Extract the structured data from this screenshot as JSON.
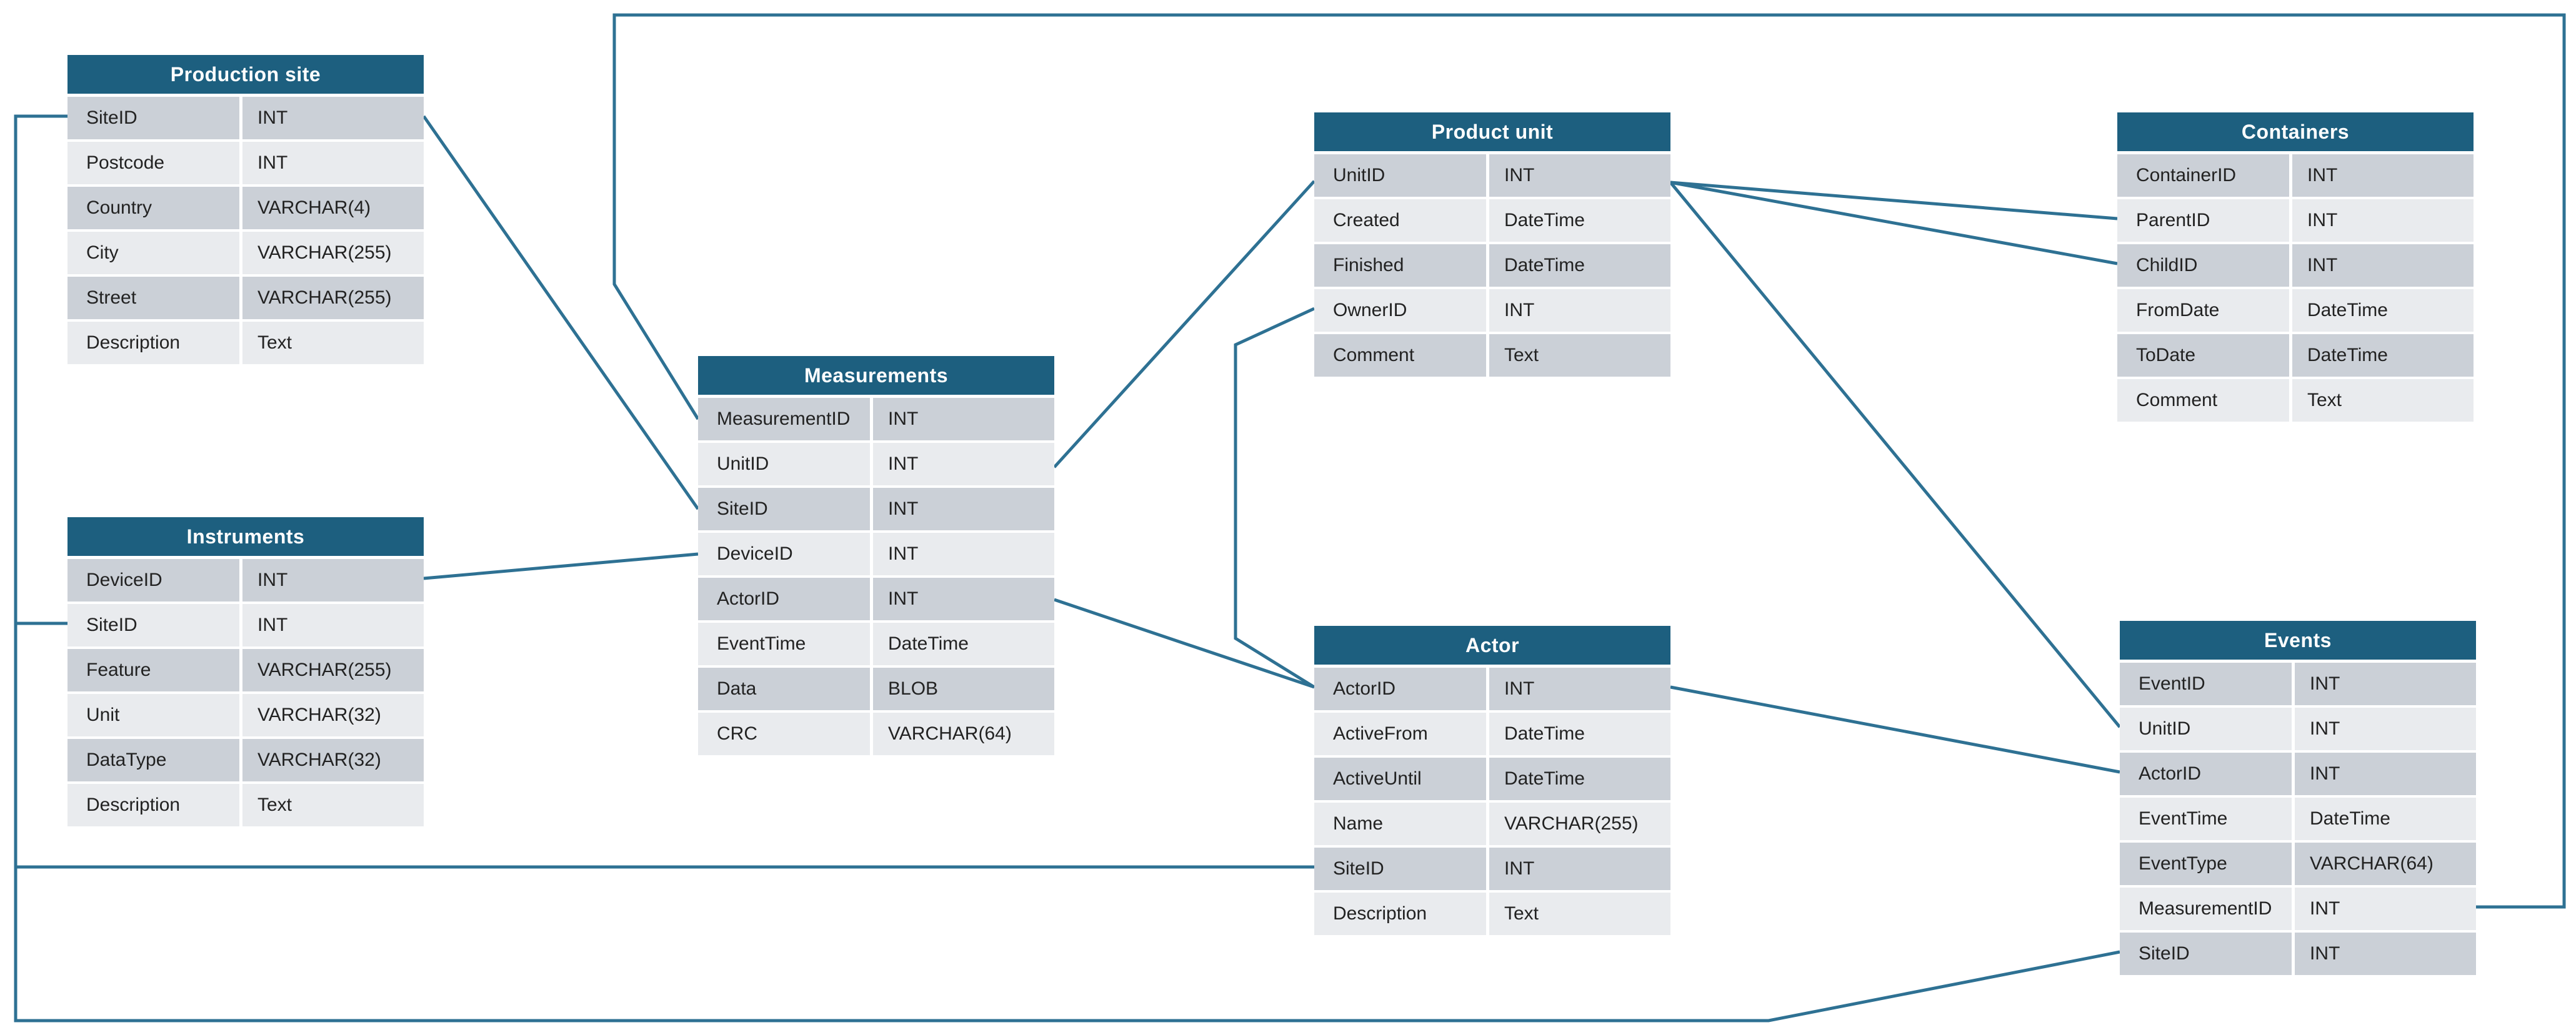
{
  "diagram": {
    "type": "entity-relationship-schema",
    "colors": {
      "table_header_background": "#1d5f7f",
      "table_header_text": "#ffffff",
      "row_dark": "#cbd0d7",
      "row_light": "#e9ebee",
      "connector_line": "#2e7193",
      "field_text": "#222222",
      "background": "#ffffff"
    },
    "tables": [
      {
        "name": "Production site",
        "fields": [
          {
            "name": "SiteID",
            "type": "INT"
          },
          {
            "name": "Postcode",
            "type": "INT"
          },
          {
            "name": "Country",
            "type": "VARCHAR(4)"
          },
          {
            "name": "City",
            "type": "VARCHAR(255)"
          },
          {
            "name": "Street",
            "type": "VARCHAR(255)"
          },
          {
            "name": "Description",
            "type": "Text"
          }
        ]
      },
      {
        "name": "Instruments",
        "fields": [
          {
            "name": "DeviceID",
            "type": "INT"
          },
          {
            "name": "SiteID",
            "type": "INT"
          },
          {
            "name": "Feature",
            "type": "VARCHAR(255)"
          },
          {
            "name": "Unit",
            "type": "VARCHAR(32)"
          },
          {
            "name": "DataType",
            "type": "VARCHAR(32)"
          },
          {
            "name": "Description",
            "type": "Text"
          }
        ]
      },
      {
        "name": "Measurements",
        "fields": [
          {
            "name": "MeasurementID",
            "type": "INT"
          },
          {
            "name": "UnitID",
            "type": "INT"
          },
          {
            "name": "SiteID",
            "type": "INT"
          },
          {
            "name": "DeviceID",
            "type": "INT"
          },
          {
            "name": "ActorID",
            "type": "INT"
          },
          {
            "name": "EventTime",
            "type": "DateTime"
          },
          {
            "name": "Data",
            "type": "BLOB"
          },
          {
            "name": "CRC",
            "type": "VARCHAR(64)"
          }
        ]
      },
      {
        "name": "Product unit",
        "fields": [
          {
            "name": "UnitID",
            "type": "INT"
          },
          {
            "name": "Created",
            "type": "DateTime"
          },
          {
            "name": "Finished",
            "type": "DateTime"
          },
          {
            "name": "OwnerID",
            "type": "INT"
          },
          {
            "name": "Comment",
            "type": "Text"
          }
        ]
      },
      {
        "name": "Actor",
        "fields": [
          {
            "name": "ActorID",
            "type": "INT"
          },
          {
            "name": "ActiveFrom",
            "type": "DateTime"
          },
          {
            "name": "ActiveUntil",
            "type": "DateTime"
          },
          {
            "name": "Name",
            "type": "VARCHAR(255)"
          },
          {
            "name": "SiteID",
            "type": "INT"
          },
          {
            "name": "Description",
            "type": "Text"
          }
        ]
      },
      {
        "name": "Containers",
        "fields": [
          {
            "name": "ContainerID",
            "type": "INT"
          },
          {
            "name": "ParentID",
            "type": "INT"
          },
          {
            "name": "ChildID",
            "type": "INT"
          },
          {
            "name": "FromDate",
            "type": "DateTime"
          },
          {
            "name": "ToDate",
            "type": "DateTime"
          },
          {
            "name": "Comment",
            "type": "Text"
          }
        ]
      },
      {
        "name": "Events",
        "fields": [
          {
            "name": "EventID",
            "type": "INT"
          },
          {
            "name": "UnitID",
            "type": "INT"
          },
          {
            "name": "ActorID",
            "type": "INT"
          },
          {
            "name": "EventTime",
            "type": "DateTime"
          },
          {
            "name": "EventType",
            "type": "VARCHAR(64)"
          },
          {
            "name": "MeasurementID",
            "type": "INT"
          },
          {
            "name": "SiteID",
            "type": "INT"
          }
        ]
      }
    ],
    "relationships": [
      {
        "from": "Production site.SiteID",
        "to": "Measurements.SiteID"
      },
      {
        "from": "Production site.SiteID",
        "to": "Instruments.SiteID"
      },
      {
        "from": "Production site.SiteID",
        "to": "Actor.SiteID"
      },
      {
        "from": "Production site.SiteID",
        "to": "Events.SiteID"
      },
      {
        "from": "Instruments.DeviceID",
        "to": "Measurements.DeviceID"
      },
      {
        "from": "Measurements.UnitID",
        "to": "Product unit.UnitID"
      },
      {
        "from": "Measurements.ActorID",
        "to": "Actor.ActorID"
      },
      {
        "from": "Product unit.OwnerID",
        "to": "Actor.ActorID"
      },
      {
        "from": "Product unit.UnitID",
        "to": "Containers.ParentID"
      },
      {
        "from": "Product unit.UnitID",
        "to": "Containers.ChildID"
      },
      {
        "from": "Product unit.UnitID",
        "to": "Events.UnitID"
      },
      {
        "from": "Actor.ActorID",
        "to": "Events.ActorID"
      },
      {
        "from": "Events.MeasurementID",
        "to": "Measurements.MeasurementID"
      }
    ]
  }
}
